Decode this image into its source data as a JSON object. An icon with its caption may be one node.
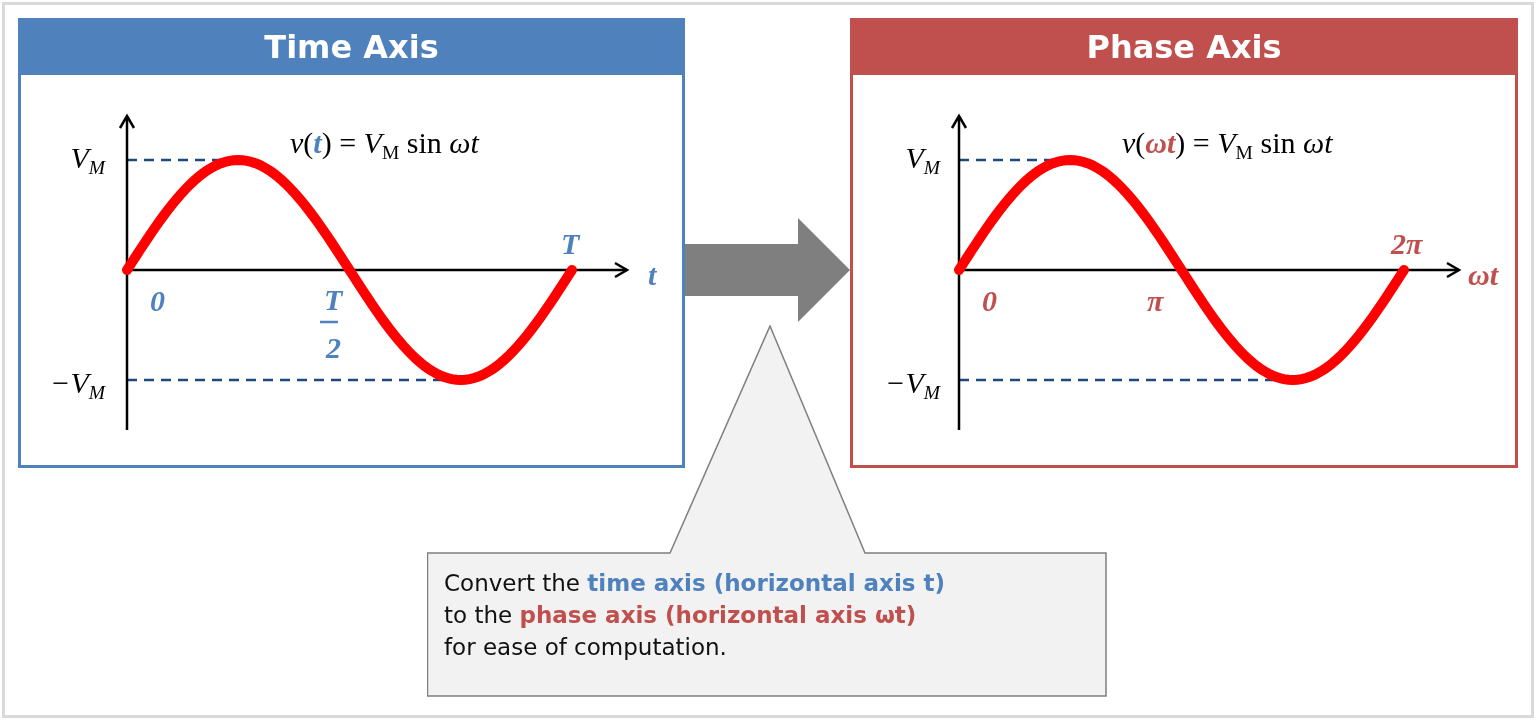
{
  "diagram": {
    "nodes": [
      {
        "text": [
          "Time Axis",
          "*v*(**t**) = *V*$_{M}$ sin *ωt*",
          "V$_{M}$",
          "−V$_{M}$",
          "0",
          "T",
          "2",
          "T",
          "t"
        ]
      },
      {
        "text": [
          "Phase Axis",
          "*v*(**ωt**) = *V*$_{M}$ sin *ωt*",
          "V$_{M}$",
          "−V$_{M}$",
          "0",
          "π",
          "2π",
          "ωt"
        ]
      },
      {
        "text": [
          "Convert the **time axis (horizontal axis t)** to the **phase axis (horizontal axis ωt)** for ease of computation."
        ]
      }
    ],
    "edges": [
      {
        "from": 0,
        "to": 1,
        "arrow": "to"
      }
    ]
  }
}
